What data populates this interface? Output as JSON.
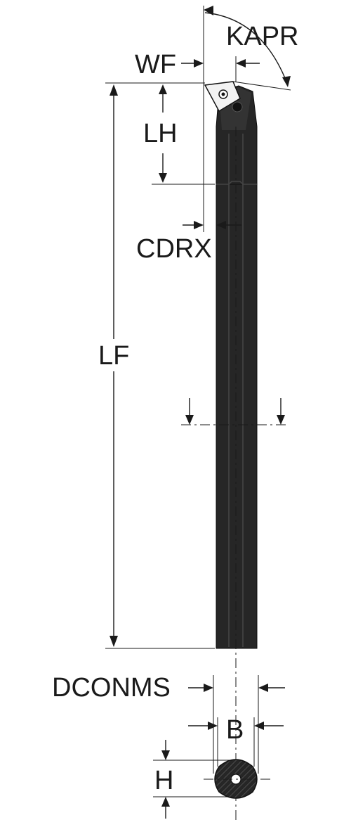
{
  "labels": {
    "kapr": "KAPR",
    "wf": "WF",
    "lh": "LH",
    "cdrx": "CDRX",
    "lf": "LF",
    "dconms": "DCONMS",
    "b": "B",
    "h": "H"
  },
  "colors": {
    "tool_body": "#262626",
    "insert": "#f2f2f2",
    "line": "#1a1a1a"
  }
}
